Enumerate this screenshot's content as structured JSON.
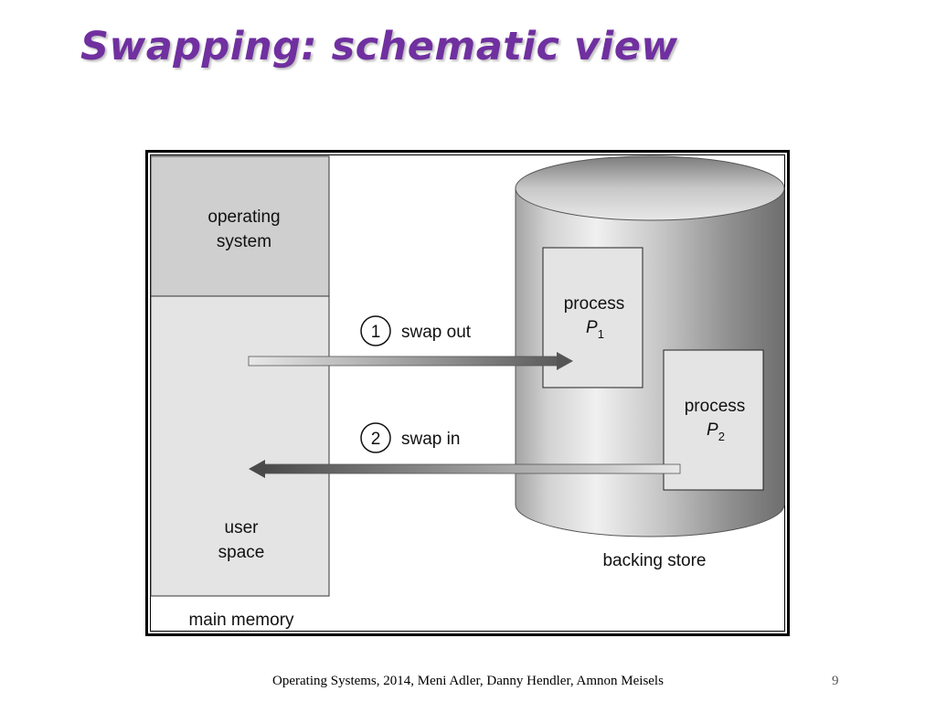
{
  "slide": {
    "title": "Swapping: schematic view",
    "footer": "Operating Systems, 2014, Meni Adler, Danny Hendler, Amnon Meisels",
    "page_number": "9"
  },
  "diagram": {
    "memory": {
      "os_line1": "operating",
      "os_line2": "system",
      "user_line1": "user",
      "user_line2": "space",
      "caption": "main memory"
    },
    "swap_out": {
      "step": "1",
      "label": "swap out"
    },
    "swap_in": {
      "step": "2",
      "label": "swap in"
    },
    "store": {
      "caption": "backing store",
      "p1_word": "process",
      "p1_letter": "P",
      "p1_sub": "1",
      "p2_word": "process",
      "p2_letter": "P",
      "p2_sub": "2"
    },
    "colors": {
      "title": "#7030a0",
      "os_region": "#cfcfcf",
      "user_region": "#e4e4e4",
      "process_box": "#e4e4e4"
    }
  }
}
